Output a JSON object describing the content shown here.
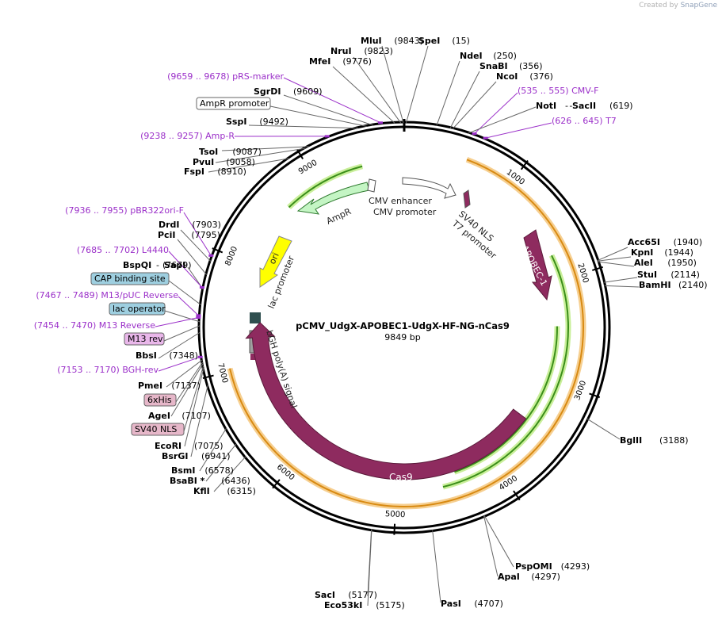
{
  "credit": {
    "created_by": "Created by",
    "brand": "SnapGene"
  },
  "plasmid": {
    "name": "pCMV_UdgX-APOBEC1-UdgX-HF-NG-nCas9",
    "size_label": "9849 bp",
    "length": 9849
  },
  "tick_labels": [
    "1000",
    "2000",
    "3000",
    "4000",
    "5000",
    "6000",
    "7000",
    "8000",
    "9000"
  ],
  "sites": [
    {
      "name": "MluI",
      "pos": "(9843)"
    },
    {
      "name": "NruI",
      "pos": "(9823)"
    },
    {
      "name": "MfeI",
      "pos": "(9776)"
    },
    {
      "name": "SgrDI",
      "pos": "(9609)"
    },
    {
      "name": "SspI",
      "pos": "(9492)"
    },
    {
      "name": "TsoI",
      "pos": "(9087)"
    },
    {
      "name": "PvuI",
      "pos": "(9058)"
    },
    {
      "name": "FspI",
      "pos": "(8910)"
    },
    {
      "name": "DrdI",
      "pos": "(7903)"
    },
    {
      "name": "PciI",
      "pos": "(7795)"
    },
    {
      "name": "BspQI",
      "pos": "(7679)"
    },
    {
      "name": "SapI",
      "pos": "-"
    },
    {
      "name": "BbsI",
      "pos": "(7348)"
    },
    {
      "name": "PmeI",
      "pos": "(7137)"
    },
    {
      "name": "AgeI",
      "pos": "(7107)"
    },
    {
      "name": "EcoRI",
      "pos": "(7075)"
    },
    {
      "name": "BsrGI",
      "pos": "(6941)"
    },
    {
      "name": "BsmI",
      "pos": "(6578)"
    },
    {
      "name": "BsaBI *",
      "pos": "(6436)"
    },
    {
      "name": "KflI",
      "pos": "(6315)"
    },
    {
      "name": "SacI",
      "pos": "(5177)"
    },
    {
      "name": "Eco53kI",
      "pos": "(5175)"
    },
    {
      "name": "PasI",
      "pos": "(4707)"
    },
    {
      "name": "PspOMI",
      "pos": "(4293)"
    },
    {
      "name": "ApaI",
      "pos": "(4297)"
    },
    {
      "name": "BglII",
      "pos": "(3188)"
    },
    {
      "name": "Acc65I",
      "pos": "(1940)"
    },
    {
      "name": "KpnI",
      "pos": "(1944)"
    },
    {
      "name": "AleI",
      "pos": "(1950)"
    },
    {
      "name": "StuI",
      "pos": "(2114)"
    },
    {
      "name": "BamHI",
      "pos": "(2140)"
    },
    {
      "name": "SpeI",
      "pos": "(15)"
    },
    {
      "name": "NdeI",
      "pos": "(250)"
    },
    {
      "name": "SnaBI",
      "pos": "(356)"
    },
    {
      "name": "NcoI",
      "pos": "(376)"
    },
    {
      "name": "NotI",
      "pos": "-"
    },
    {
      "name": "SacII",
      "pos": "(619)"
    }
  ],
  "primers": [
    {
      "range": "(9659 .. 9678)",
      "name": "pRS-marker"
    },
    {
      "range": "(9238 .. 9257)",
      "name": "Amp-R"
    },
    {
      "range": "(7936 .. 7955)",
      "name": "pBR322ori-F"
    },
    {
      "range": "(7685 .. 7702)",
      "name": "L4440"
    },
    {
      "range": "(7467 .. 7489)",
      "name": "M13/pUC Reverse"
    },
    {
      "range": "(7454 .. 7470)",
      "name": "M13 Reverse"
    },
    {
      "range": "(7153 .. 7170)",
      "name": "BGH-rev"
    },
    {
      "range": "(535 .. 555)",
      "name": "CMV-F"
    },
    {
      "range": "(626 .. 645)",
      "name": "T7"
    }
  ],
  "boxed_features": [
    {
      "name": "AmpR promoter",
      "color": "#ffffff"
    },
    {
      "name": "CAP binding site",
      "color": "#9ecfe0"
    },
    {
      "name": "lac operator",
      "color": "#9ecfe0"
    },
    {
      "name": "M13 rev",
      "color": "#e9b7ea"
    },
    {
      "name": "6xHis",
      "color": "#e6b7c9"
    },
    {
      "name": "SV40 NLS",
      "color": "#e6b7c9"
    }
  ],
  "features": {
    "cmv_enhancer": "CMV enhancer",
    "cmv_promoter": "CMV promoter",
    "sv40_nls": "SV40 NLS",
    "t7_promoter": "T7 promoter",
    "apobec": "APOBEC-1",
    "cas9": "Cas9",
    "bgh": "bGH poly(A) signal",
    "lac": "lac promoter",
    "ori": "ori",
    "ampr": "AmpR"
  },
  "colors": {
    "primer": "#9b30c9",
    "cas9": "#8e2b5f",
    "ampr": "#c4f5c4",
    "ori": "#ffff00",
    "orf": "#f2a531",
    "orf_inner": "#3b8f1a"
  }
}
